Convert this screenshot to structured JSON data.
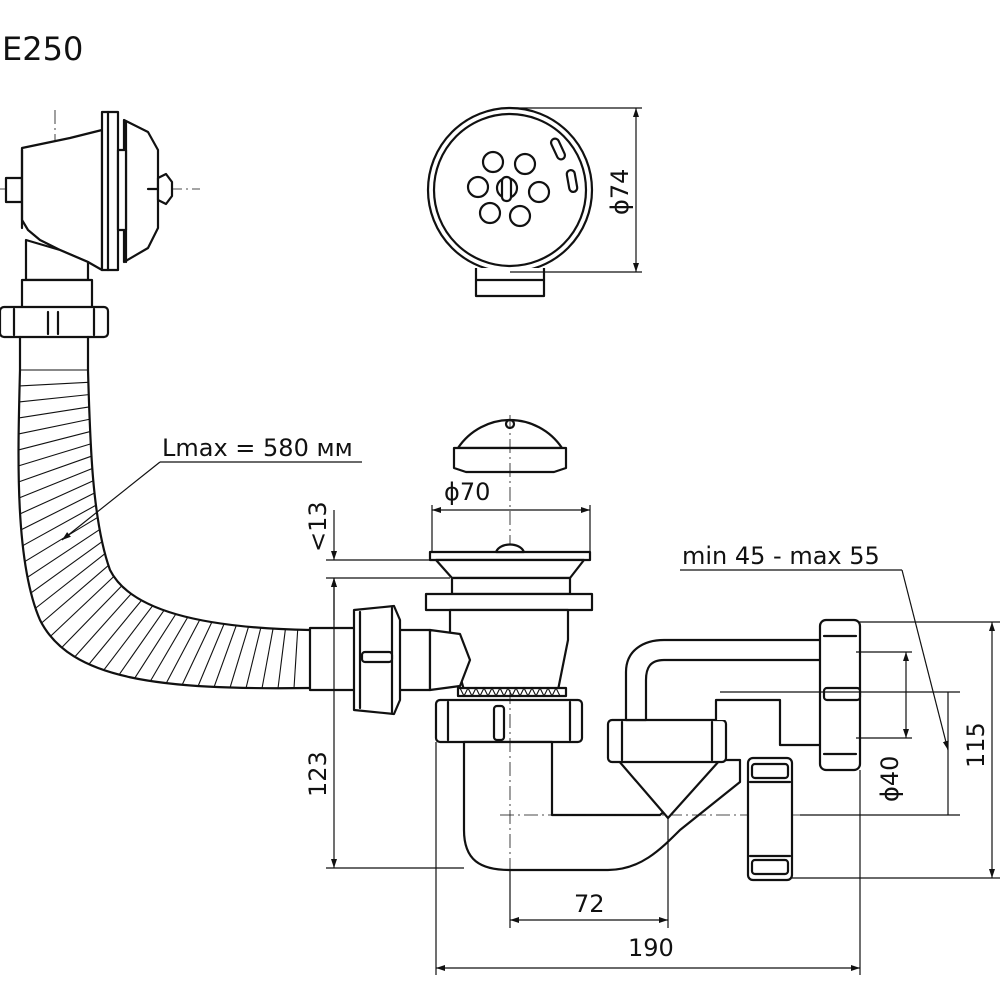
{
  "model": "E250",
  "labels": {
    "hose_length": "Lmax = 580 мм",
    "dia_plug_top": "ϕ74",
    "dia_plug": "ϕ70",
    "gap": "<13",
    "height_123": "123",
    "height_115": "115",
    "dia_outlet": "ϕ40",
    "range": "min 45 - max 55",
    "width_72": "72",
    "width_190": "190"
  }
}
